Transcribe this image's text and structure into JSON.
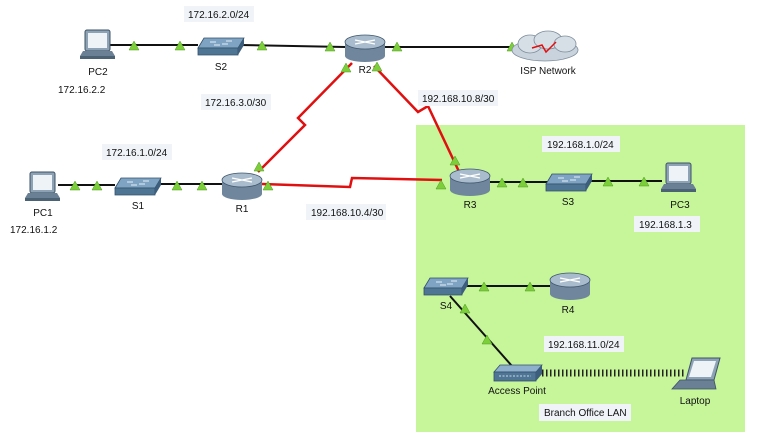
{
  "colors": {
    "background": "#ffffff",
    "branch_area": "#c6f59a",
    "ethernet_link": "#111111",
    "serial_link": "#e01010",
    "wireless_link": "#222222",
    "link_up_indicator": "#7ccf3a",
    "label_box": "#f0f4f8",
    "router_body": "#8fa5ba",
    "switch_body": "#5f86a6"
  },
  "devices": {
    "pc1": {
      "name": "PC1",
      "ip": "172.16.1.2",
      "icon": "desktop-pc-icon"
    },
    "pc2": {
      "name": "PC2",
      "ip": "172.16.2.2",
      "icon": "desktop-pc-icon"
    },
    "pc3": {
      "name": "PC3",
      "ip": "192.168.1.3",
      "icon": "desktop-pc-icon"
    },
    "s1": {
      "name": "S1",
      "icon": "switch-icon"
    },
    "s2": {
      "name": "S2",
      "icon": "switch-icon"
    },
    "s3": {
      "name": "S3",
      "icon": "switch-icon"
    },
    "s4": {
      "name": "S4",
      "icon": "switch-icon"
    },
    "r1": {
      "name": "R1",
      "icon": "router-icon"
    },
    "r2": {
      "name": "R2",
      "icon": "router-icon"
    },
    "r3": {
      "name": "R3",
      "icon": "router-icon"
    },
    "r4": {
      "name": "R4",
      "icon": "router-icon"
    },
    "isp": {
      "name": "ISP Network",
      "icon": "cloud-icon"
    },
    "ap": {
      "name": "Access Point",
      "icon": "access-point-icon"
    },
    "laptop": {
      "name": "Laptop",
      "icon": "laptop-icon"
    }
  },
  "networks": {
    "lan_s2": "172.16.2.0/24",
    "lan_s1": "172.16.1.0/24",
    "serial_r1_r2": "172.16.3.0/30",
    "serial_r2_r3": "192.168.10.8/30",
    "serial_r1_r3": "192.168.10.4/30",
    "lan_s3": "192.168.1.0/24",
    "wlan": "192.168.11.0/24"
  },
  "areas": {
    "branch": {
      "label": "Branch Office LAN"
    }
  }
}
